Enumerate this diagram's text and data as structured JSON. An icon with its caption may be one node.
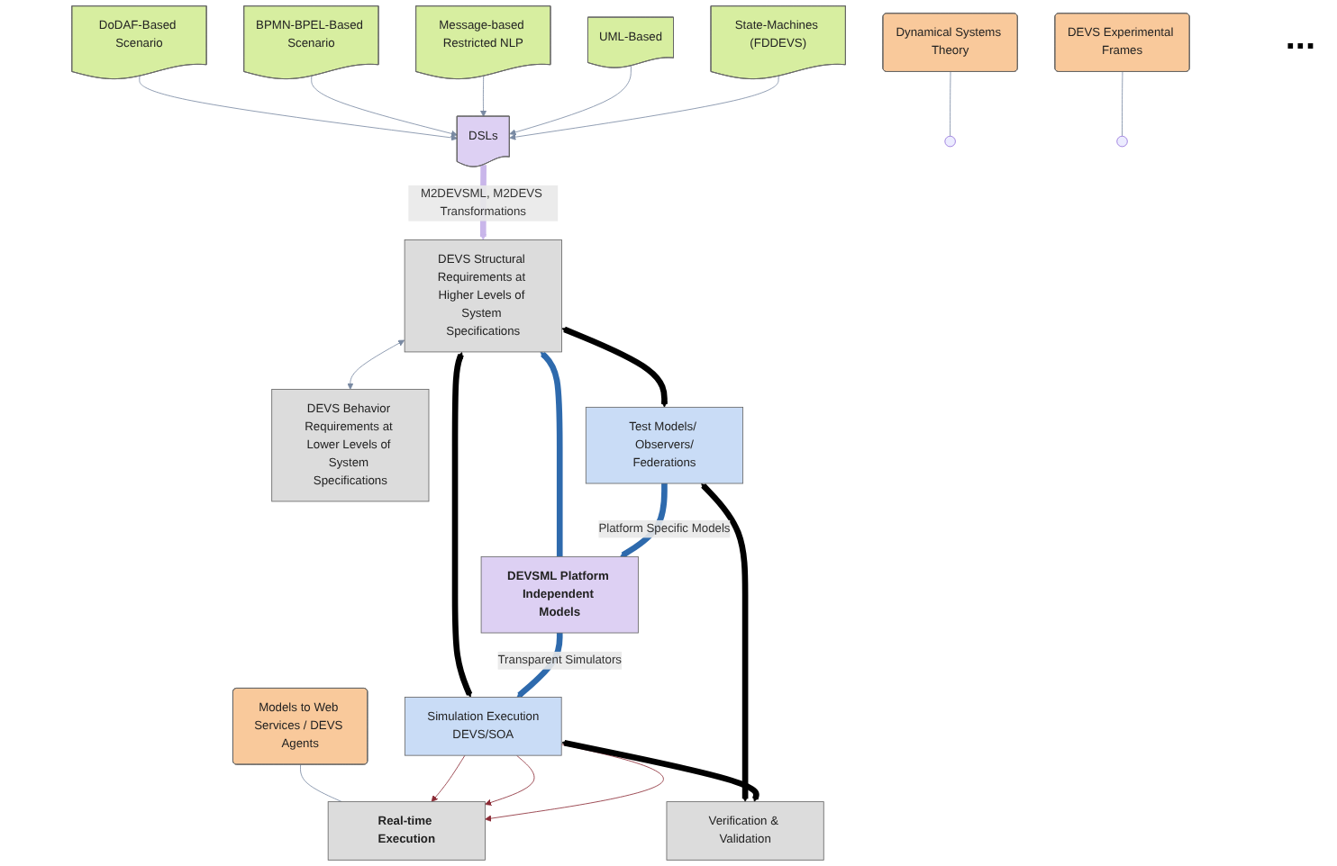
{
  "diagram": {
    "nodes": [
      {
        "text": [
          "State-Machines (FDDEVS)"
        ]
      },
      {
        "text": [
          "UML-Based"
        ]
      },
      {
        "text": [
          "Message-based Restricted NLP"
        ]
      },
      {
        "text": [
          "BPMN-BPEL-Based Scenario"
        ]
      },
      {
        "text": [
          "DoDAF-Based Scenario"
        ]
      },
      {
        "text": [
          "DSLs"
        ]
      },
      {
        "text": [
          "DEVS Behavior Requirements at Lower Levels of System Specifications"
        ]
      },
      {
        "text": [
          "DEVS Structural Requirements at Higher Levels of System Specifications"
        ]
      },
      {
        "text": [
          "DEVSML Platform Independent Models"
        ]
      },
      {
        "text": [
          "Simulation Execution",
          "DEVS/SOA"
        ]
      },
      {
        "text": [
          "Real-time Execution"
        ]
      },
      {
        "text": [
          "Models to Web Services / DEVS Agents"
        ]
      },
      {
        "text": [
          "Verification & Validation"
        ]
      },
      {
        "text": [
          "Test Models/ Observers/",
          "Federations"
        ]
      },
      {
        "text": [
          "Dynamical Systems Theory"
        ]
      },
      {
        "text": [
          "DEVS Experimental Frames"
        ]
      }
    ],
    "edges": [
      {
        "from": 0,
        "to": 5,
        "arrow": "to"
      },
      {
        "from": 1,
        "to": 5,
        "arrow": "to"
      },
      {
        "from": 2,
        "to": 5,
        "arrow": "to"
      },
      {
        "from": 3,
        "to": 5,
        "arrow": "to"
      },
      {
        "from": 4,
        "to": 5,
        "arrow": "to"
      },
      {
        "from": 5,
        "to": 7,
        "arrow": "to",
        "label": "M2DEVSML, M2DEVS Transformations",
        "style": "thick",
        "color": "#c9b6ea"
      },
      {
        "from": 7,
        "to": 6,
        "arrow": "both"
      },
      {
        "from": 8,
        "to": 7,
        "arrow": "to",
        "style": "thick",
        "color": "#2e6aad"
      },
      {
        "from": 8,
        "to": 9,
        "arrow": "to",
        "label": "Transparent Simulators",
        "style": "thick",
        "color": "#2e6aad"
      },
      {
        "from": 13,
        "to": 8,
        "arrow": "to",
        "label": "Platform Specific Models",
        "style": "thick",
        "color": "#2e6aad"
      },
      {
        "from": 9,
        "to": 10,
        "arrow": "to",
        "color": "#8b2a35"
      },
      {
        "from": 9,
        "to": 10,
        "arrow": "to",
        "color": "#8b2a35"
      },
      {
        "from": 9,
        "to": 10,
        "arrow": "to",
        "color": "#8b2a35"
      },
      {
        "from": 7,
        "to": 9,
        "arrow": "both",
        "style": "thick",
        "color": "#000000"
      },
      {
        "from": 9,
        "to": 12,
        "arrow": "both",
        "style": "thick",
        "color": "#000000"
      },
      {
        "from": 7,
        "to": 13,
        "arrow": "both",
        "style": "thick",
        "color": "#000000"
      },
      {
        "from": 13,
        "to": 12,
        "arrow": "both",
        "style": "thick",
        "color": "#000000"
      },
      {
        "from": 11,
        "to": 10,
        "arrow": "none"
      },
      {
        "from": 14,
        "to": null,
        "arrow": "none"
      },
      {
        "from": 15,
        "to": null,
        "arrow": "none"
      }
    ],
    "labels": [
      "..."
    ]
  }
}
